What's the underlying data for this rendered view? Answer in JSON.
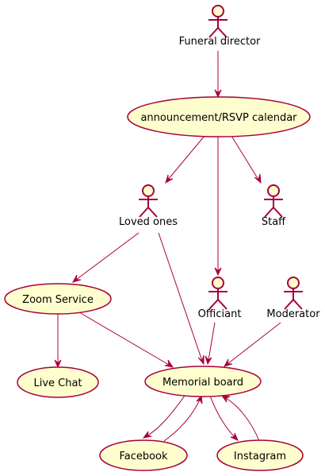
{
  "actors": {
    "funeral_director": "Funeral director",
    "loved_ones": "Loved ones",
    "staff": "Staff",
    "officiant": "Officiant",
    "moderator": "Moderator"
  },
  "usecases": {
    "calendar": "announcement/RSVP calendar",
    "zoom": "Zoom Service",
    "live_chat": "Live Chat",
    "memorial_board": "Memorial board",
    "facebook": "Facebook",
    "instagram": "Instagram"
  },
  "colors": {
    "fill": "#FEFECE",
    "stroke": "#A80036"
  }
}
